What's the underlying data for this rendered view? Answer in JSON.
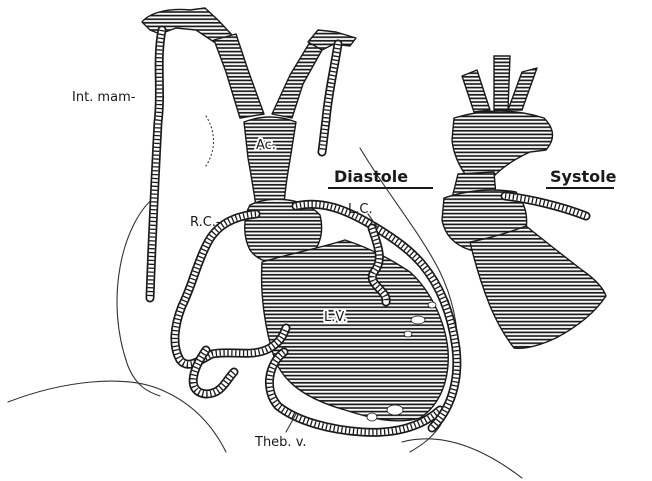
{
  "labels": {
    "int_mam": "Int. mam-",
    "ac": "Ac.",
    "rc": "R.C.-",
    "lc": "L.C.",
    "lv": "L.V.",
    "theb_v": "Theb. v.",
    "diastole": "Diastole",
    "systole": "Systole"
  }
}
